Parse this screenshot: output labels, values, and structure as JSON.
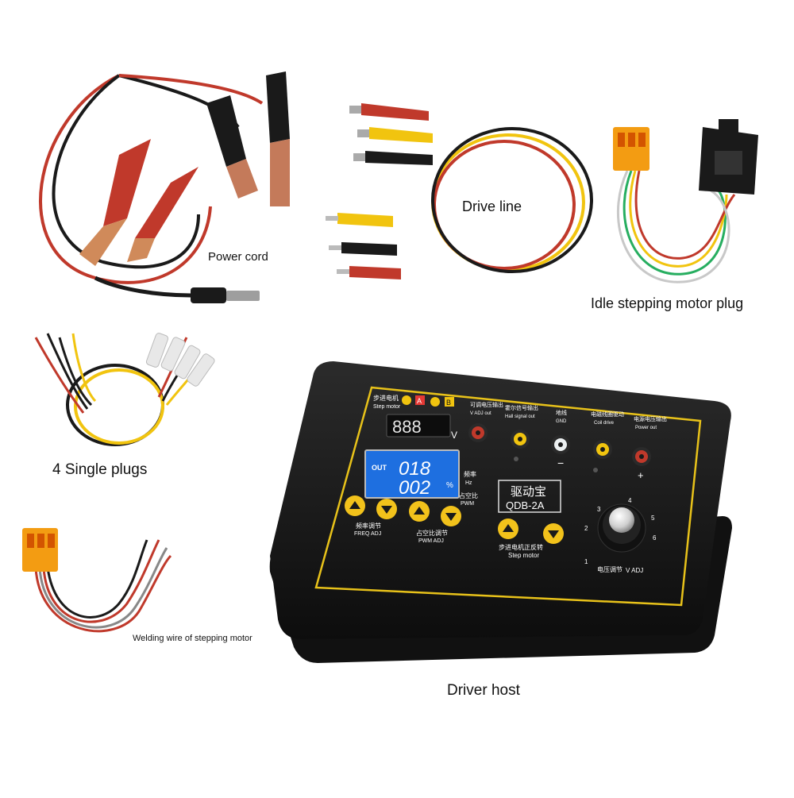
{
  "labels": {
    "power_cord": "Power cord",
    "drive_line": "Drive line",
    "idle_plug": "Idle stepping motor plug",
    "single_plugs": "4 Single plugs",
    "welding_wire": "Welding wire of stepping motor",
    "driver_host": "Driver host"
  },
  "device": {
    "brand_cn": "驱动宝",
    "model": "QDB-2A",
    "step_motor_cn": "步进电机",
    "step_motor_en": "Step motor",
    "phase_a": "A",
    "phase_b": "B",
    "voltmeter_digits": "888",
    "voltmeter_unit": "V",
    "lcd_out": "OUT",
    "lcd_freq": "018",
    "lcd_duty": "002",
    "lcd_percent": "%",
    "freq_cn": "频率",
    "freq_unit": "Hz",
    "duty_cn": "占空比",
    "duty_en": "PWM",
    "terminals": [
      {
        "cn": "可调电压输出",
        "en": "V ADJ out",
        "color": "#c0392b"
      },
      {
        "cn": "霍尔信号输出",
        "en": "Hall signal out",
        "color": "#f1c40f"
      },
      {
        "cn": "地线",
        "en": "GND",
        "color": "#ecf0f1"
      },
      {
        "cn": "电磁线圈驱动",
        "en": "Coil drive",
        "color": "#f1c40f"
      },
      {
        "cn": "电源电压输出",
        "en": "Power out",
        "color": "#c0392b"
      }
    ],
    "minus_sign": "−",
    "plus_sign": "+",
    "btn_freq_cn": "频率调节",
    "btn_freq_en": "FREQ ADJ",
    "btn_pwm_cn": "占空比调节",
    "btn_pwm_en": "PWM ADJ",
    "btn_step_cn": "步进电机正反转",
    "btn_step_en": "Step motor",
    "knob_cn": "电压调节",
    "knob_en": "V ADJ",
    "knob_scale": [
      "1",
      "2",
      "3",
      "4",
      "5",
      "6"
    ]
  },
  "colors": {
    "panel_border": "#e8c21a",
    "button_yellow": "#f2c21b",
    "lcd_blue": "#1e6fe0",
    "led_red": "#e53935",
    "case_black": "#1c1c1c"
  }
}
